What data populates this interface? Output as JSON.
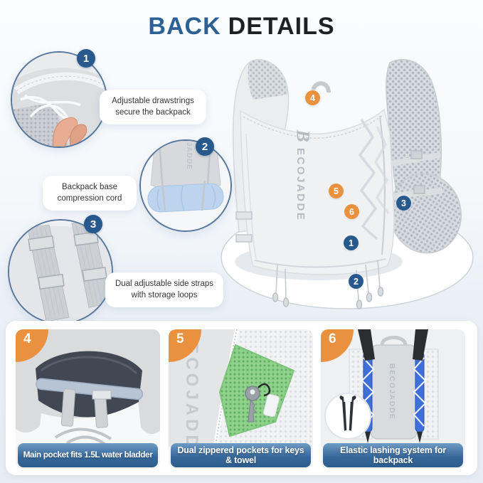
{
  "title": {
    "back": "BACK",
    "details": "DETAILS"
  },
  "brand": {
    "letter": "B",
    "name": "ECOJADDE",
    "partial": "JADDE"
  },
  "colors": {
    "accent_blue": "#2d6094",
    "badge_blue": "#27598c",
    "badge_orange": "#ea9140",
    "caption_gradient_top": "#6f9cc4",
    "caption_gradient_bottom": "#2d5d8d",
    "background_bottom": "#e8edf4"
  },
  "callouts": [
    {
      "number": "1",
      "text": "Adjustable drawstrings secure the backpack"
    },
    {
      "number": "2",
      "text": "Backpack base compression cord"
    },
    {
      "number": "3",
      "text": "Dual adjustable side straps with storage loops"
    }
  ],
  "product_markers": [
    {
      "number": "4",
      "color": "orange"
    },
    {
      "number": "5",
      "color": "orange"
    },
    {
      "number": "6",
      "color": "orange"
    },
    {
      "number": "3",
      "color": "blue"
    },
    {
      "number": "1",
      "color": "blue"
    },
    {
      "number": "2",
      "color": "blue"
    }
  ],
  "panels": [
    {
      "number": "4",
      "caption": "Main pocket fits 1.5L water bladder"
    },
    {
      "number": "5",
      "caption": "Dual zippered pockets for keys & towel"
    },
    {
      "number": "6",
      "caption": "Elastic lashing system for backpack"
    }
  ]
}
